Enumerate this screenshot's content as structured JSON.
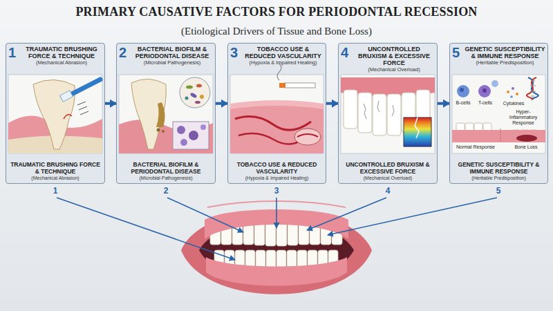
{
  "diagram": {
    "title": "PRIMARY CAUSATIVE FACTORS FOR PERIODONTAL RECESSION",
    "nodes": [
      {
        "text": [
          "1",
          "TRAUMATIC BRUSHING FORCE & TECHNIQUE",
          "(Mechanical Abrasion)",
          "TRAUMATIC BRUSHING FORCE & TECHNIQUE",
          "(Mechanical Abrasion)"
        ]
      },
      {
        "text": [
          "2",
          "BACTERIAL BIOFILM & PERIODONTAL DISEASE",
          "(Microbial Pathogenesis)",
          "BACTERIAL BIOFILM & PERIODONTAL DISEASE",
          "(Microbial Pathogenesis)"
        ]
      },
      {
        "text": [
          "3",
          "TOBACCO USE & REDUCED VASCULARITY",
          "(Hypoxia & Impaired Healing)",
          "TOBACCO USE & REDUCED VASCULARITY",
          "(Hypoxia & Impaired Healing)"
        ]
      },
      {
        "text": [
          "4",
          "UNCONTROLLED BRUXISM & EXCESSIVE FORCE",
          "(Mechanical Overload)",
          "UNCONTROLLED BRUXISM & EXCESSIVE FORCE",
          "(Mechanical Overload)"
        ]
      },
      {
        "text": [
          "5",
          "GENETIC SUSCEPTIBILITY & IMMUNE RESPONSE",
          "(Heritable Predisposition)",
          "GENETIC SUSCEPTIBILITY & IMMUNE RESPONSE",
          "(Heritable Predisposition)"
        ]
      }
    ],
    "edges": [
      {
        "from": 0,
        "to": 1,
        "arrow": "to"
      },
      {
        "from": 1,
        "to": 2,
        "arrow": "to"
      },
      {
        "from": 2,
        "to": 3,
        "arrow": "to"
      },
      {
        "from": 3,
        "to": 4,
        "arrow": "to"
      }
    ],
    "labels": [
      "(Etiological Drivers of Tissue and Bone Loss)",
      "B-cells",
      "T-cells",
      "Cytokines",
      "Hyper-Inflammatory Response",
      "Normal Response",
      "Bone Loss",
      "1",
      "2",
      "3",
      "4",
      "5"
    ]
  }
}
